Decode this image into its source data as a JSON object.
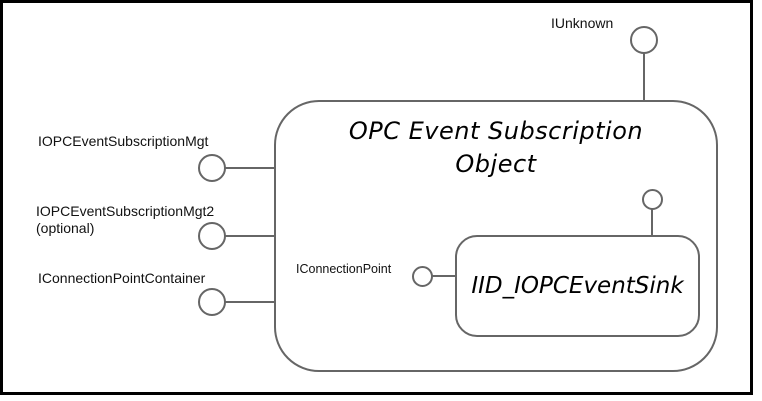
{
  "diagram": {
    "title": {
      "line1": "OPC Event Subscription",
      "line2": "Object"
    },
    "inner_box": {
      "label": "IID_IOPCEventSink"
    },
    "interfaces": {
      "top": {
        "label": "IUnknown"
      },
      "left": [
        {
          "label": "IOPCEventSubscriptionMgt"
        },
        {
          "label": "IOPCEventSubscriptionMgt2",
          "sublabel": "(optional)"
        },
        {
          "label": "IConnectionPointContainer"
        }
      ],
      "inner": {
        "label": "IConnectionPoint"
      }
    },
    "colors": {
      "line": "#666666",
      "text": "#000000",
      "frame": "#000000",
      "background": "#ffffff"
    }
  }
}
